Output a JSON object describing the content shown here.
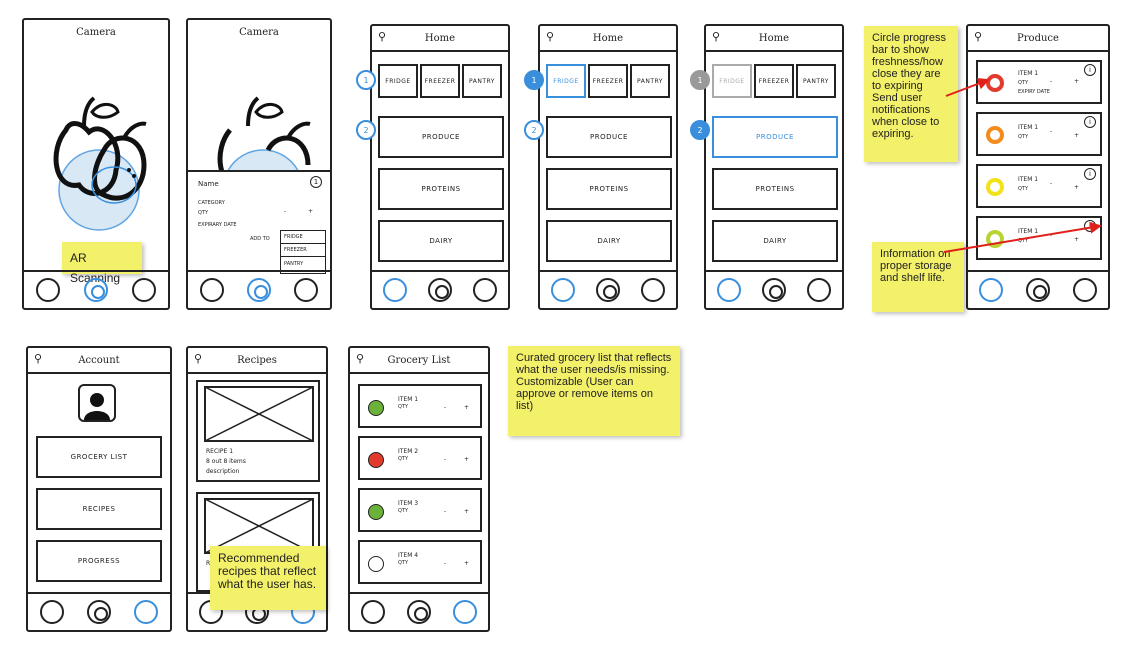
{
  "screens": {
    "camera1": {
      "title": "Camera",
      "note": "AR Scanning"
    },
    "camera2": {
      "title": "Camera",
      "form": {
        "name": "Name",
        "category": "CATEGORY",
        "qty": "QTY",
        "minus": "-",
        "plus": "+",
        "expiry": "EXPIRARY DATE",
        "add_to": "ADD TO",
        "options": [
          "FRIDGE",
          "FREEZER",
          "PANTRY"
        ]
      }
    },
    "home1": {
      "title": "Home",
      "tabs": [
        "FRIDGE",
        "FREEZER",
        "PANTRY"
      ],
      "sections": [
        "PRODUCE",
        "PROTEINS",
        "DAIRY"
      ],
      "markers": [
        "1",
        "2"
      ]
    },
    "home2": {
      "title": "Home",
      "tabs": [
        "FRIDGE",
        "FREEZER",
        "PANTRY"
      ],
      "sections": [
        "PRODUCE",
        "PROTEINS",
        "DAIRY"
      ],
      "markers": [
        "1",
        "2"
      ]
    },
    "home3": {
      "title": "Home",
      "tabs": [
        "FRIDGE",
        "FREEZER",
        "PANTRY"
      ],
      "sections": [
        "PRODUCE",
        "PROTEINS",
        "DAIRY"
      ],
      "markers": [
        "1",
        "2"
      ]
    },
    "produce": {
      "title": "Produce",
      "items": [
        {
          "name": "ITEM 1",
          "qty": "QTY",
          "expiry": "EXPIRY DATE",
          "color": "#e23b2e"
        },
        {
          "name": "ITEM 1",
          "qty": "QTY",
          "color": "#f28c1a"
        },
        {
          "name": "ITEM 1",
          "qty": "QTY",
          "color": "#f2e21a"
        },
        {
          "name": "ITEM 1",
          "qty": "QTY",
          "color": "#b7d531"
        }
      ],
      "minus": "-",
      "plus": "+",
      "info": "i"
    },
    "account": {
      "title": "Account",
      "buttons": [
        "GROCERY LIST",
        "RECIPES",
        "PROGRESS"
      ]
    },
    "recipes": {
      "title": "Recipes",
      "recipe_name": "RECIPE 1",
      "recipe_count": "8 out 8 items",
      "recipe_desc": "description",
      "recipe2_partial": "R"
    },
    "grocery": {
      "title": "Grocery List",
      "items": [
        {
          "name": "ITEM 1",
          "qty": "QTY",
          "color": "#6ab23a"
        },
        {
          "name": "ITEM 2",
          "qty": "QTY",
          "color": "#e23b2e"
        },
        {
          "name": "ITEM 3",
          "qty": "QTY",
          "color": "#6ab23a"
        },
        {
          "name": "ITEM 4",
          "qty": "QTY",
          "color": "#ffffff"
        }
      ],
      "minus": "-",
      "plus": "+"
    }
  },
  "notes": {
    "freshness": "Circle progress bar to show freshness/how close they are to expiring Send user notifications when close to expiring.",
    "storage": "Information on proper storage and shelf life.",
    "grocery": "Curated grocery list that reflects what the user needs/is missing. Customizable (User can approve or remove items on list)",
    "recipes": "Recommended recipes that reflect what the user has."
  },
  "colors": {
    "accent": "#3a8fdc",
    "note": "#f3f06a",
    "arrow": "#e0201a"
  },
  "icons": [
    "search-icon",
    "apple-icon",
    "user-icon",
    "info-icon",
    "image-placeholder-icon"
  ]
}
